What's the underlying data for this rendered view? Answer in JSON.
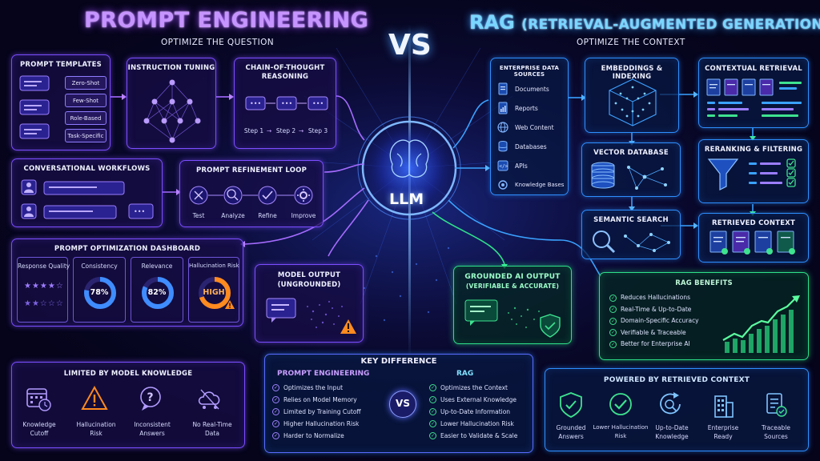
{
  "header": {
    "left_title": "PROMPT ENGINEERING",
    "left_subtitle": "OPTIMIZE THE QUESTION",
    "vs": "VS",
    "right_title_main": "RAG",
    "right_title_paren": "(RETRIEVAL-AUGMENTED GENERATION)",
    "right_subtitle": "OPTIMIZE THE CONTEXT"
  },
  "center": {
    "label": "LLM"
  },
  "prompt_templates": {
    "title": "PROMPT TEMPLATES",
    "chips": [
      "Zero-Shot",
      "Few-Shot",
      "Role-Based",
      "Task-Specific"
    ]
  },
  "instruction_tuning": {
    "title": "INSTRUCTION TUNING"
  },
  "chain_of_thought": {
    "title_line1": "CHAIN-OF-THOUGHT",
    "title_line2": "REASONING",
    "steps": [
      "Step 1",
      "Step 2",
      "Step 3"
    ]
  },
  "conversational": {
    "title": "CONVERSATIONAL WORKFLOWS"
  },
  "refinement": {
    "title": "PROMPT REFINEMENT LOOP",
    "steps": [
      "Test",
      "Analyze",
      "Refine",
      "Improve"
    ]
  },
  "dashboard": {
    "title": "PROMPT OPTIMIZATION DASHBOARD",
    "metrics": [
      {
        "label": "Response Quality"
      },
      {
        "label": "Consistency",
        "value": "78%",
        "pct": 78
      },
      {
        "label": "Relevance",
        "value": "82%",
        "pct": 82
      },
      {
        "label": "Hallucination Risk",
        "value": "HIGH",
        "pct": 70
      }
    ]
  },
  "model_output": {
    "title_line1": "MODEL OUTPUT",
    "title_line2": "(UNGROUNDED)"
  },
  "limited": {
    "title": "LIMITED BY MODEL KNOWLEDGE",
    "items": [
      {
        "line1": "Knowledge",
        "line2": "Cutoff"
      },
      {
        "line1": "Hallucination",
        "line2": "Risk"
      },
      {
        "line1": "Inconsistent",
        "line2": "Answers"
      },
      {
        "line1": "No Real-Time",
        "line2": "Data"
      }
    ]
  },
  "sources": {
    "title": "ENTERPRISE DATA SOURCES",
    "items": [
      "Documents",
      "Reports",
      "Web Content",
      "Databases",
      "APIs",
      "Knowledge Bases"
    ]
  },
  "embeddings": {
    "title": "EMBEDDINGS & INDEXING"
  },
  "contextual": {
    "title": "CONTEXTUAL RETRIEVAL"
  },
  "vectordb": {
    "title": "VECTOR DATABASE"
  },
  "reranking": {
    "title": "RERANKING & FILTERING"
  },
  "semantic": {
    "title": "SEMANTIC SEARCH"
  },
  "retrieved": {
    "title": "RETRIEVED CONTEXT"
  },
  "grounded": {
    "title_line1": "GROUNDED AI OUTPUT",
    "title_line2": "(VERIFIABLE & ACCURATE)"
  },
  "benefits": {
    "title": "RAG BENEFITS",
    "items": [
      "Reduces Hallucinations",
      "Real-Time & Up-to-Date",
      "Domain-Specific Accuracy",
      "Verifiable & Traceable",
      "Better for Enterprise AI"
    ]
  },
  "key_difference": {
    "title": "KEY DIFFERENCE",
    "left_head": "PROMPT ENGINEERING",
    "right_head": "RAG",
    "vs": "VS",
    "left_items": [
      "Optimizes the Input",
      "Relies on Model Memory",
      "Limited by Training Cutoff",
      "Higher Hallucination Risk",
      "Harder to Normalize"
    ],
    "right_items": [
      "Optimizes the Context",
      "Uses External Knowledge",
      "Up-to-Date Information",
      "Lower Hallucination Risk",
      "Easier to Validate & Scale"
    ]
  },
  "powered": {
    "title": "POWERED BY RETRIEVED CONTEXT",
    "items": [
      {
        "line1": "Grounded",
        "line2": "Answers"
      },
      {
        "line1": "Lower Hallucination",
        "line2": "Risk"
      },
      {
        "line1": "Up-to-Date",
        "line2": "Knowledge"
      },
      {
        "line1": "Enterprise",
        "line2": "Ready"
      },
      {
        "line1": "Traceable",
        "line2": "Sources"
      }
    ]
  },
  "colors": {
    "purple": "#8b5cff",
    "blue": "#2f8fff",
    "green": "#2fe08a",
    "orange": "#ff8a1f"
  }
}
